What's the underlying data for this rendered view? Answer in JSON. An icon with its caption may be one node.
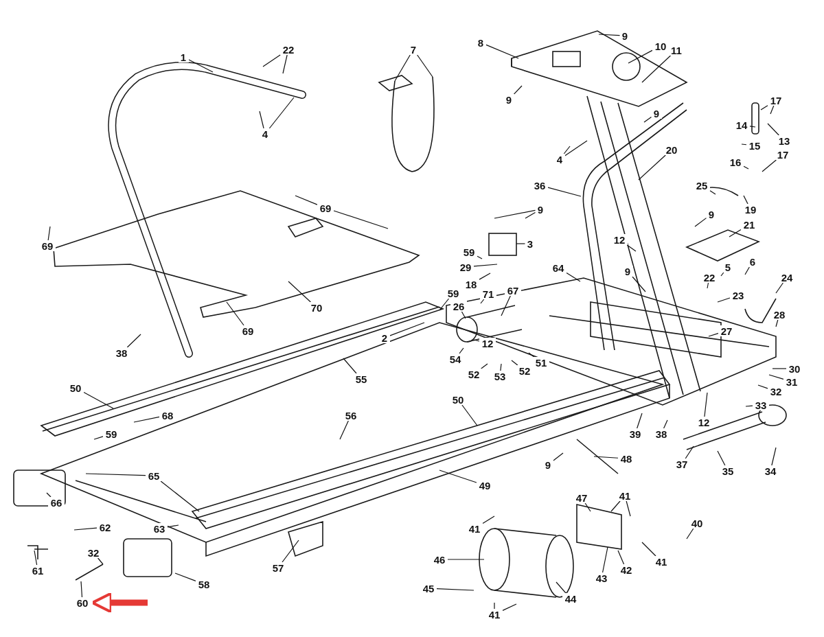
{
  "diagram": {
    "nodes": [
      {
        "text": [
          "1"
        ]
      },
      {
        "text": [
          "22"
        ]
      },
      {
        "text": [
          "7"
        ]
      },
      {
        "text": [
          "8"
        ]
      },
      {
        "text": [
          "9"
        ]
      },
      {
        "text": [
          "10"
        ]
      },
      {
        "text": [
          "11"
        ]
      },
      {
        "text": [
          "9"
        ]
      },
      {
        "text": [
          "4"
        ]
      },
      {
        "text": [
          "9"
        ]
      },
      {
        "text": [
          "17"
        ]
      },
      {
        "text": [
          "14"
        ]
      },
      {
        "text": [
          "13"
        ]
      },
      {
        "text": [
          "15"
        ]
      },
      {
        "text": [
          "16"
        ]
      },
      {
        "text": [
          "17"
        ]
      },
      {
        "text": [
          "20"
        ]
      },
      {
        "text": [
          "4"
        ]
      },
      {
        "text": [
          "36"
        ]
      },
      {
        "text": [
          "25"
        ]
      },
      {
        "text": [
          "69"
        ]
      },
      {
        "text": [
          "69"
        ]
      },
      {
        "text": [
          "9"
        ]
      },
      {
        "text": [
          "9"
        ]
      },
      {
        "text": [
          "19"
        ]
      },
      {
        "text": [
          "21"
        ]
      },
      {
        "text": [
          "3"
        ]
      },
      {
        "text": [
          "12"
        ]
      },
      {
        "text": [
          "59"
        ]
      },
      {
        "text": [
          "29"
        ]
      },
      {
        "text": [
          "5"
        ]
      },
      {
        "text": [
          "6"
        ]
      },
      {
        "text": [
          "9"
        ]
      },
      {
        "text": [
          "64"
        ]
      },
      {
        "text": [
          "22"
        ]
      },
      {
        "text": [
          "24"
        ]
      },
      {
        "text": [
          "18"
        ]
      },
      {
        "text": [
          "70"
        ]
      },
      {
        "text": [
          "71"
        ]
      },
      {
        "text": [
          "67"
        ]
      },
      {
        "text": [
          "59"
        ]
      },
      {
        "text": [
          "26"
        ]
      },
      {
        "text": [
          "23"
        ]
      },
      {
        "text": [
          "28"
        ]
      },
      {
        "text": [
          "69"
        ]
      },
      {
        "text": [
          "38"
        ]
      },
      {
        "text": [
          "2"
        ]
      },
      {
        "text": [
          "12"
        ]
      },
      {
        "text": [
          "27"
        ]
      },
      {
        "text": [
          "54"
        ]
      },
      {
        "text": [
          "51"
        ]
      },
      {
        "text": [
          "52"
        ]
      },
      {
        "text": [
          "53"
        ]
      },
      {
        "text": [
          "52"
        ]
      },
      {
        "text": [
          "55"
        ]
      },
      {
        "text": [
          "30"
        ]
      },
      {
        "text": [
          "31"
        ]
      },
      {
        "text": [
          "50"
        ]
      },
      {
        "text": [
          "32"
        ]
      },
      {
        "text": [
          "33"
        ]
      },
      {
        "text": [
          "50"
        ]
      },
      {
        "text": [
          "68"
        ]
      },
      {
        "text": [
          "56"
        ]
      },
      {
        "text": [
          "12"
        ]
      },
      {
        "text": [
          "59"
        ]
      },
      {
        "text": [
          "39"
        ]
      },
      {
        "text": [
          "38"
        ]
      },
      {
        "text": [
          "48"
        ]
      },
      {
        "text": [
          "9"
        ]
      },
      {
        "text": [
          "37"
        ]
      },
      {
        "text": [
          "35"
        ]
      },
      {
        "text": [
          "34"
        ]
      },
      {
        "text": [
          "65"
        ]
      },
      {
        "text": [
          "49"
        ]
      },
      {
        "text": [
          "66"
        ]
      },
      {
        "text": [
          "47"
        ]
      },
      {
        "text": [
          "41"
        ]
      },
      {
        "text": [
          "41"
        ]
      },
      {
        "text": [
          "40"
        ]
      },
      {
        "text": [
          "62"
        ]
      },
      {
        "text": [
          "63"
        ]
      },
      {
        "text": [
          "41"
        ]
      },
      {
        "text": [
          "61"
        ]
      },
      {
        "text": [
          "32"
        ]
      },
      {
        "text": [
          "46"
        ]
      },
      {
        "text": [
          "57"
        ]
      },
      {
        "text": [
          "43"
        ]
      },
      {
        "text": [
          "42"
        ]
      },
      {
        "text": [
          "58"
        ]
      },
      {
        "text": [
          "44"
        ]
      },
      {
        "text": [
          "45"
        ]
      },
      {
        "text": [
          "41"
        ]
      },
      {
        "text": [
          "60"
        ]
      }
    ],
    "edges": [
      {
        "from": 0,
        "to": null,
        "arrow": "none"
      },
      {
        "from": 1,
        "to": null,
        "arrow": "none"
      },
      {
        "from": 1,
        "to": null,
        "arrow": "none"
      },
      {
        "from": 2,
        "to": null,
        "arrow": "none"
      },
      {
        "from": 2,
        "to": null,
        "arrow": "none"
      },
      {
        "from": 3,
        "to": null,
        "arrow": "none"
      },
      {
        "from": 4,
        "to": null,
        "arrow": "none"
      },
      {
        "from": 5,
        "to": null,
        "arrow": "none"
      },
      {
        "from": 6,
        "to": null,
        "arrow": "none"
      },
      {
        "from": 7,
        "to": null,
        "arrow": "none"
      },
      {
        "from": 8,
        "to": null,
        "arrow": "none"
      },
      {
        "from": 8,
        "to": null,
        "arrow": "none"
      },
      {
        "from": 9,
        "to": null,
        "arrow": "none"
      },
      {
        "from": 10,
        "to": null,
        "arrow": "none"
      },
      {
        "from": 10,
        "to": null,
        "arrow": "none"
      },
      {
        "from": 11,
        "to": null,
        "arrow": "none"
      },
      {
        "from": 12,
        "to": null,
        "arrow": "none"
      },
      {
        "from": 13,
        "to": null,
        "arrow": "none"
      },
      {
        "from": 14,
        "to": null,
        "arrow": "none"
      },
      {
        "from": 15,
        "to": null,
        "arrow": "none"
      },
      {
        "from": 16,
        "to": null,
        "arrow": "none"
      },
      {
        "from": 17,
        "to": null,
        "arrow": "none"
      },
      {
        "from": 17,
        "to": null,
        "arrow": "none"
      },
      {
        "from": 18,
        "to": null,
        "arrow": "none"
      },
      {
        "from": 19,
        "to": null,
        "arrow": "none"
      },
      {
        "from": 20,
        "to": null,
        "arrow": "none"
      },
      {
        "from": 20,
        "to": null,
        "arrow": "none"
      },
      {
        "from": 21,
        "to": null,
        "arrow": "none"
      },
      {
        "from": 22,
        "to": null,
        "arrow": "none"
      },
      {
        "from": 22,
        "to": null,
        "arrow": "none"
      },
      {
        "from": 23,
        "to": null,
        "arrow": "none"
      },
      {
        "from": 24,
        "to": null,
        "arrow": "none"
      },
      {
        "from": 25,
        "to": null,
        "arrow": "none"
      },
      {
        "from": 26,
        "to": null,
        "arrow": "none"
      },
      {
        "from": 27,
        "to": null,
        "arrow": "none"
      },
      {
        "from": 28,
        "to": null,
        "arrow": "none"
      },
      {
        "from": 29,
        "to": null,
        "arrow": "none"
      },
      {
        "from": 30,
        "to": null,
        "arrow": "none"
      },
      {
        "from": 31,
        "to": null,
        "arrow": "none"
      },
      {
        "from": 32,
        "to": null,
        "arrow": "none"
      },
      {
        "from": 33,
        "to": null,
        "arrow": "none"
      },
      {
        "from": 34,
        "to": null,
        "arrow": "none"
      },
      {
        "from": 35,
        "to": null,
        "arrow": "none"
      },
      {
        "from": 36,
        "to": null,
        "arrow": "none"
      },
      {
        "from": 37,
        "to": null,
        "arrow": "none"
      },
      {
        "from": 38,
        "to": null,
        "arrow": "none"
      },
      {
        "from": 39,
        "to": null,
        "arrow": "none"
      },
      {
        "from": 40,
        "to": null,
        "arrow": "none"
      },
      {
        "from": 41,
        "to": null,
        "arrow": "none"
      },
      {
        "from": 42,
        "to": null,
        "arrow": "none"
      },
      {
        "from": 43,
        "to": null,
        "arrow": "none"
      },
      {
        "from": 44,
        "to": null,
        "arrow": "none"
      },
      {
        "from": 45,
        "to": null,
        "arrow": "none"
      },
      {
        "from": 46,
        "to": null,
        "arrow": "none"
      },
      {
        "from": 47,
        "to": null,
        "arrow": "none"
      },
      {
        "from": 48,
        "to": null,
        "arrow": "none"
      },
      {
        "from": 49,
        "to": null,
        "arrow": "none"
      },
      {
        "from": 50,
        "to": null,
        "arrow": "none"
      },
      {
        "from": 51,
        "to": null,
        "arrow": "none"
      },
      {
        "from": 52,
        "to": null,
        "arrow": "none"
      },
      {
        "from": 53,
        "to": null,
        "arrow": "none"
      },
      {
        "from": 54,
        "to": null,
        "arrow": "none"
      },
      {
        "from": 55,
        "to": null,
        "arrow": "none"
      },
      {
        "from": 56,
        "to": null,
        "arrow": "none"
      },
      {
        "from": 57,
        "to": null,
        "arrow": "none"
      },
      {
        "from": 58,
        "to": null,
        "arrow": "none"
      },
      {
        "from": 59,
        "to": null,
        "arrow": "none"
      },
      {
        "from": 60,
        "to": null,
        "arrow": "none"
      },
      {
        "from": 61,
        "to": null,
        "arrow": "none"
      },
      {
        "from": 62,
        "to": null,
        "arrow": "none"
      },
      {
        "from": 63,
        "to": null,
        "arrow": "none"
      },
      {
        "from": 64,
        "to": null,
        "arrow": "none"
      },
      {
        "from": 65,
        "to": null,
        "arrow": "none"
      },
      {
        "from": 66,
        "to": null,
        "arrow": "none"
      },
      {
        "from": 67,
        "to": null,
        "arrow": "none"
      },
      {
        "from": 68,
        "to": null,
        "arrow": "none"
      },
      {
        "from": 69,
        "to": null,
        "arrow": "none"
      },
      {
        "from": 70,
        "to": null,
        "arrow": "none"
      },
      {
        "from": 71,
        "to": null,
        "arrow": "none"
      },
      {
        "from": 72,
        "to": null,
        "arrow": "none"
      },
      {
        "from": 72,
        "to": null,
        "arrow": "none"
      },
      {
        "from": 73,
        "to": null,
        "arrow": "none"
      },
      {
        "from": 74,
        "to": null,
        "arrow": "none"
      },
      {
        "from": 75,
        "to": null,
        "arrow": "none"
      },
      {
        "from": 76,
        "to": null,
        "arrow": "none"
      },
      {
        "from": 76,
        "to": null,
        "arrow": "none"
      },
      {
        "from": 77,
        "to": null,
        "arrow": "none"
      },
      {
        "from": 78,
        "to": null,
        "arrow": "none"
      },
      {
        "from": 79,
        "to": null,
        "arrow": "none"
      },
      {
        "from": 80,
        "to": null,
        "arrow": "none"
      },
      {
        "from": 81,
        "to": null,
        "arrow": "none"
      },
      {
        "from": 82,
        "to": null,
        "arrow": "none"
      },
      {
        "from": 83,
        "to": null,
        "arrow": "none"
      },
      {
        "from": 84,
        "to": null,
        "arrow": "none"
      },
      {
        "from": 85,
        "to": null,
        "arrow": "none"
      },
      {
        "from": 86,
        "to": null,
        "arrow": "none"
      },
      {
        "from": 87,
        "to": null,
        "arrow": "none"
      },
      {
        "from": 88,
        "to": null,
        "arrow": "none"
      },
      {
        "from": 89,
        "to": null,
        "arrow": "none"
      },
      {
        "from": 90,
        "to": null,
        "arrow": "none"
      },
      {
        "from": 91,
        "to": null,
        "arrow": "none"
      },
      {
        "from": 91,
        "to": null,
        "arrow": "none"
      },
      {
        "from": 92,
        "to": null,
        "arrow": "none"
      },
      {
        "from": null,
        "to": 92,
        "arrow": "to",
        "style": "thick",
        "color": "#e53935"
      }
    ]
  }
}
